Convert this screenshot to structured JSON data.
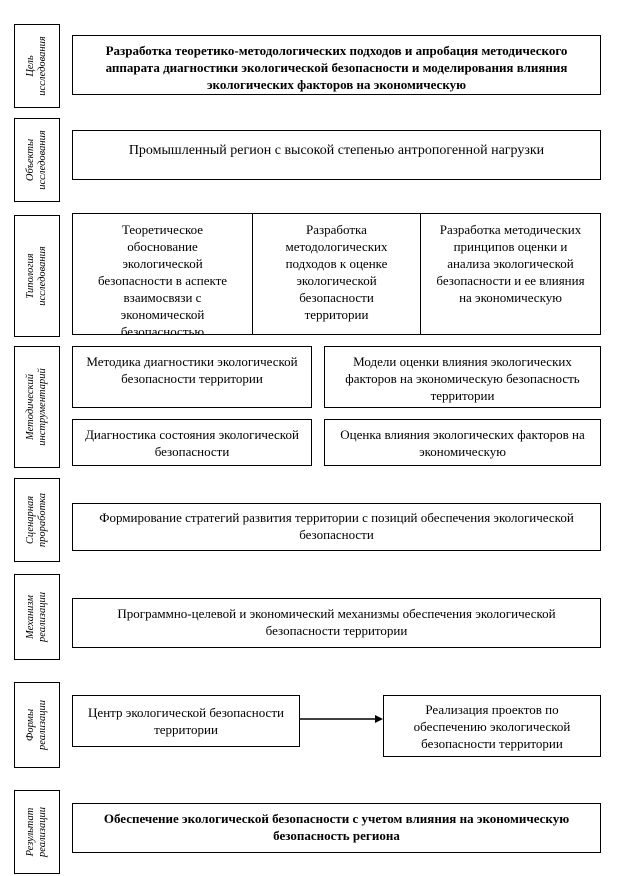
{
  "rows": {
    "goal": {
      "label_line1": "Цель",
      "label_line2": "исследования",
      "text": "Разработка теоретико-методологических подходов и апробация методического аппарата диагностики экологической безопасности и моделирования влияния экологических факторов на экономическую"
    },
    "object": {
      "label_line1": "Объекты",
      "label_line2": "исследования",
      "text": "Промышленный регион с высокой степенью антропогенной нагрузки"
    },
    "typology": {
      "label_line1": "Типология",
      "label_line2": "исследования",
      "cells": [
        {
          "text": "Теоретическое обоснование экологической безопасности в аспекте взаимосвязи с экономической безопасностью"
        },
        {
          "text": "Разработка методологических подходов к оценке экологической безопасности территории"
        },
        {
          "text": "Разработка методических принципов оценки и анализа экологической безопасности и ее влияния на экономическую"
        }
      ]
    },
    "methods": {
      "label_line1": "Методический",
      "label_line2": "инструментарий",
      "boxes": [
        {
          "text": "Методика диагностики экологической безопасности территории"
        },
        {
          "text": "Модели оценки влияния экологических факторов на экономическую безопасность территории"
        },
        {
          "text": "Диагностика состояния экологической безопасности"
        },
        {
          "text": "Оценка влияния экологических факторов на экономическую"
        }
      ]
    },
    "scenario": {
      "label_line1": "Сценарная",
      "label_line2": "проработка",
      "text": "Формирование стратегий развития территории с позиций обеспечения экологической безопасности"
    },
    "mechanism": {
      "label_line1": "Механизм",
      "label_line2": "реализации",
      "text": "Программно-целевой и экономический механизмы обеспечения экологической безопасности территории"
    },
    "forms": {
      "label_line1": "Формы",
      "label_line2": "реализации",
      "left_text": "Центр экологической безопасности территории",
      "right_text": "Реализация проектов по обеспечению экологической безопасности территории"
    },
    "result": {
      "label_line1": "Результат",
      "label_line2": "реализации",
      "text": "Обеспечение экологической безопасности с учетом влияния на экономическую безопасность региона"
    }
  }
}
